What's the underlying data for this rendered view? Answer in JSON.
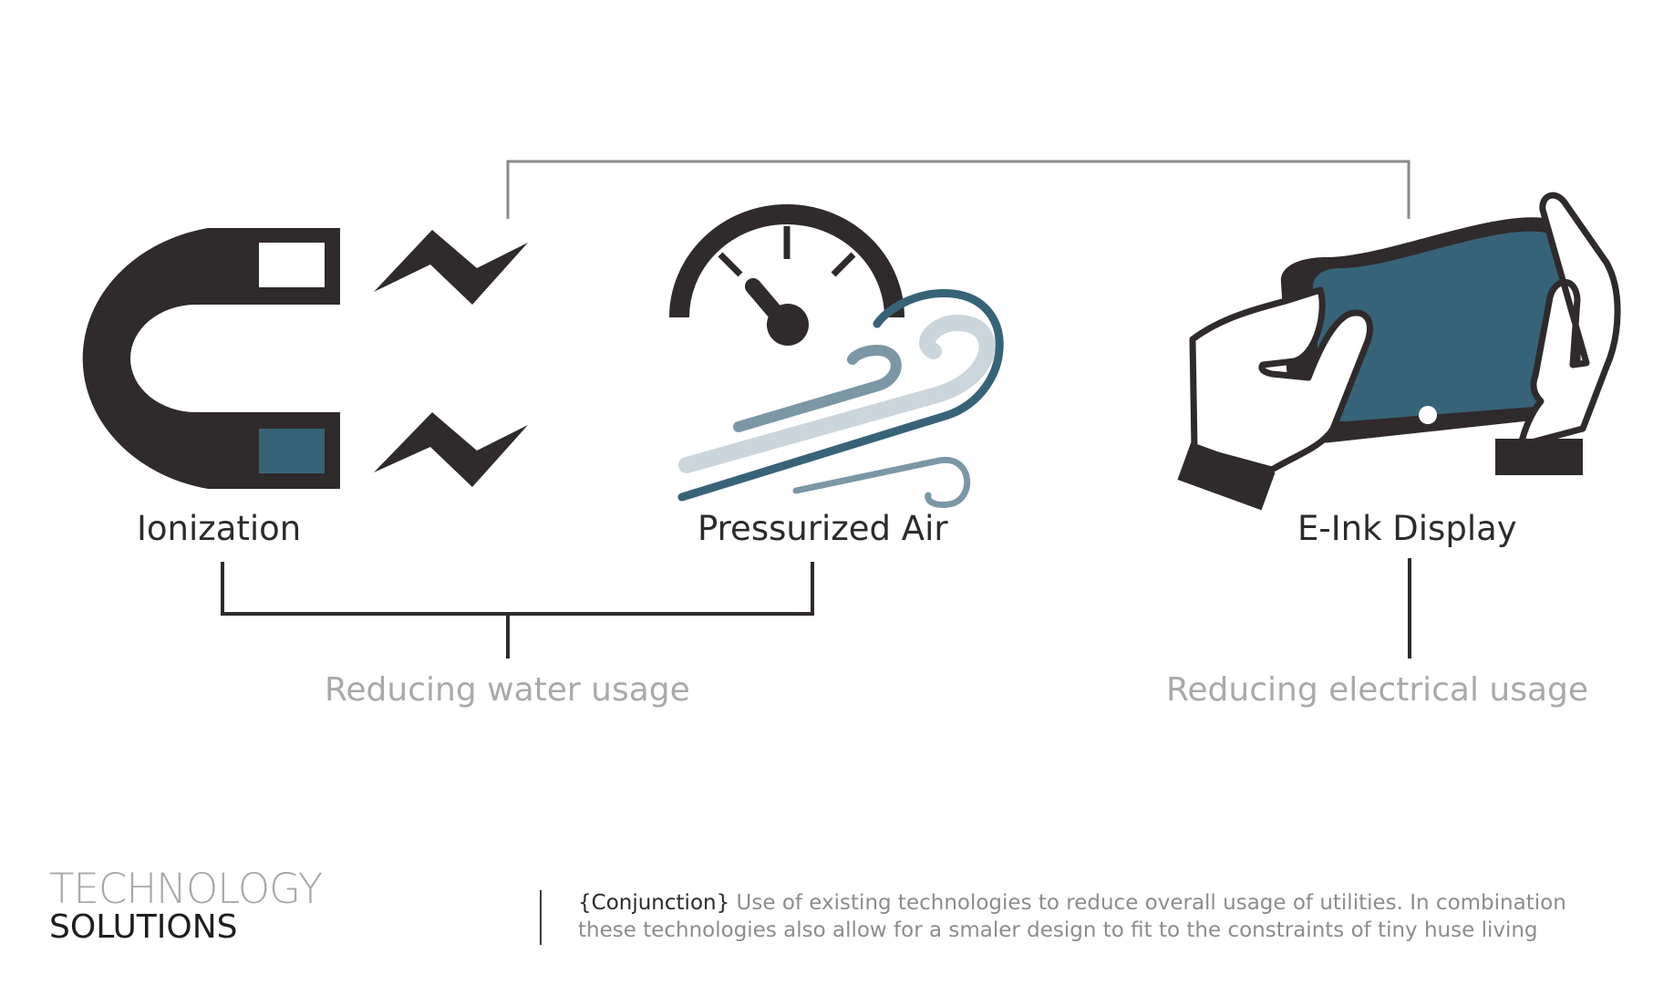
{
  "diagram": {
    "technologies": [
      {
        "name": "Ionization",
        "icon": "magnet-icon"
      },
      {
        "name": "Pressurized Air",
        "icon": "pressure-gauge-wind-icon"
      },
      {
        "name": "E-Ink Display",
        "icon": "hands-holding-tablet-icon"
      }
    ],
    "groups": [
      {
        "label": "Reducing water usage"
      },
      {
        "label": "Reducing electrical usage"
      }
    ]
  },
  "footer": {
    "title_line1": "TECHNOLOGY",
    "title_line2": "SOLUTIONS",
    "keyword": "{Conjunction}",
    "description_line1": "Use of existing technologies to reduce overall usage of utilities. In combination",
    "description_line2": "these technologies also allow for a smaler design to fit to the constraints of tiny huse living"
  },
  "colors": {
    "dark": "#2f2a2b",
    "teal": "#376378",
    "slate": "#7b97a6",
    "pale": "#cbd6dc",
    "line": "#8a8a8a",
    "muted_text": "#a9a9a9"
  }
}
